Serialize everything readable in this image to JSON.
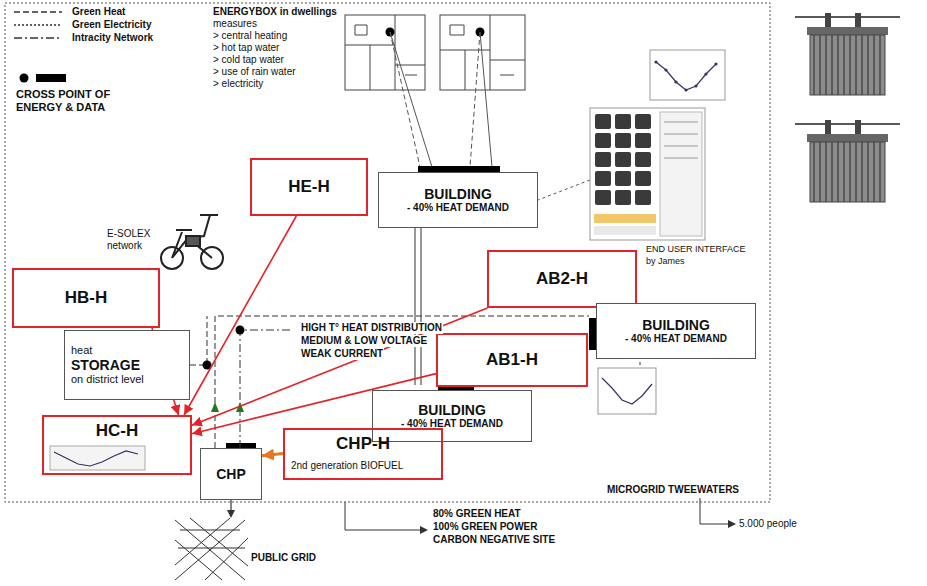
{
  "diagram": {
    "nodes": [
      {
        "text": [
          "HE-H"
        ]
      },
      {
        "text": [
          "BUILDING",
          "- 40% HEAT DEMAND"
        ]
      },
      {
        "text": [
          "HB-H"
        ]
      },
      {
        "text": [
          "AB2-H"
        ]
      },
      {
        "text": [
          "heat",
          "STORAGE",
          "on district level"
        ]
      },
      {
        "text": [
          "BUILDING",
          "- 40% HEAT DEMAND"
        ]
      },
      {
        "text": [
          "AB1-H"
        ]
      },
      {
        "text": [
          "BUILDING",
          "- 40% HEAT DEMAND"
        ]
      },
      {
        "text": [
          "HC-H"
        ]
      },
      {
        "text": [
          "CHP"
        ]
      },
      {
        "text": [
          "CHP-H"
        ]
      }
    ],
    "edges": [
      {
        "from": 0,
        "to": 8,
        "arrow": "to"
      },
      {
        "from": 2,
        "to": 8,
        "arrow": "to"
      },
      {
        "from": 3,
        "to": 8,
        "arrow": "to"
      },
      {
        "from": 6,
        "to": 8,
        "arrow": "to"
      },
      {
        "from": 10,
        "to": 9,
        "arrow": "to"
      }
    ],
    "labels": [
      "CROSS POINT OF ENERGY & DATA",
      "ENERGYBOX in dwellings",
      "measures",
      "> central heating",
      "> hot tap water",
      "> cold tap water",
      "> use of rain water",
      "> electricity",
      "E-SOLEX network",
      "END USER INTERFACE",
      "by James",
      "HIGH T° HEAT DISTRIBUTION",
      "MEDIUM & LOW VOLTAGE",
      "WEAK CURRENT",
      "2nd generation BIOFUEL",
      "MICROGRID TWEEWATERS",
      "5.000 people",
      "80% GREEN HEAT",
      "100% GREEN POWER",
      "CARBON NEGATIVE SITE",
      "PUBLIC GRID"
    ],
    "legend": [
      {
        "text": "Green Heat"
      },
      {
        "text": "Green Electricity"
      },
      {
        "text": "Intracity Network"
      }
    ]
  }
}
